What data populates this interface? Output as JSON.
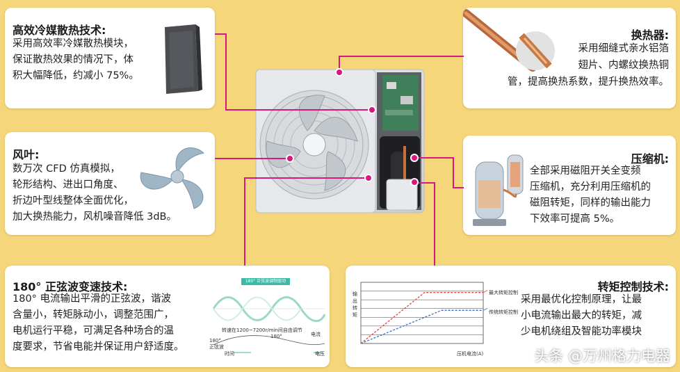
{
  "panels": {
    "refrigerant": {
      "title": "高效冷媒散热技术:",
      "lines": [
        "采用高效率冷媒散热模块，",
        "保证散热效果的情况下，体",
        "积大幅降低，约减小 75%。"
      ]
    },
    "fan": {
      "title": "风叶:",
      "lines": [
        "数万次 CFD 仿真模拟，",
        "轮形结构、进出口角度、",
        "折边叶型线整体全面优化，",
        "加大换热能力，风机噪音降低 3dB。"
      ]
    },
    "sine": {
      "title": "180° 正弦波变速技术:",
      "lines": [
        "180° 电流输出平滑的正弦波，谐波",
        "含量小，转矩脉动小，调整范围广，",
        "电机运行平稳，可满足各种场合的温",
        "度要求，节省电能并保证用户舒适度。"
      ],
      "diagram": {
        "banner": "180° 正弦波调制驱动",
        "speed_note": "转速在1200~7200r/min间自由调节",
        "angle_label": "180°",
        "left_label_1": "180°",
        "left_label_2": "正弦波",
        "time_label": "时间",
        "current_label": "电流",
        "voltage_label": "电压"
      }
    },
    "heat_exchanger": {
      "title": "换热器:",
      "lines": [
        "采用细缝式亲水铝箔",
        "翅片、内螺纹换热铜",
        "管，提高换热系数，提升换热效率。"
      ]
    },
    "compressor": {
      "title": "压缩机:",
      "lines": [
        "全部采用磁阻开关全变频",
        "压缩机，充分利用压缩机的",
        "磁阻转矩，同样的输出能力",
        "下效率可提高 5%。"
      ]
    },
    "torque": {
      "title": "转矩控制技术:",
      "lines": [
        "采用最优化控制原理，让最",
        "小电流输出最大的转矩，减",
        "少电机绕组及智能功率模块"
      ]
    }
  },
  "chart_data": {
    "type": "line",
    "title": "",
    "xlabel": "压机电流(A)",
    "ylabel": "输出转矩",
    "grid": true,
    "legend": "right",
    "series": [
      {
        "name": "最大转矩控制",
        "color": "#e0413a",
        "values": [
          [
            0.0,
            0.0
          ],
          [
            5.2,
            1.0
          ],
          [
            10,
            1.0
          ]
        ]
      },
      {
        "name": "传统转矩控制",
        "color": "#3d6fc9",
        "values": [
          [
            0.0,
            0.0
          ],
          [
            6.6,
            0.65
          ],
          [
            10,
            0.65
          ]
        ]
      }
    ],
    "xlim": [
      0,
      10
    ],
    "ylim": [
      0,
      1.2
    ]
  },
  "watermark": "头条 @万州格力电器",
  "colors": {
    "accent": "#d6197f",
    "background": "#f5d67a",
    "panel": "#ffffff"
  }
}
